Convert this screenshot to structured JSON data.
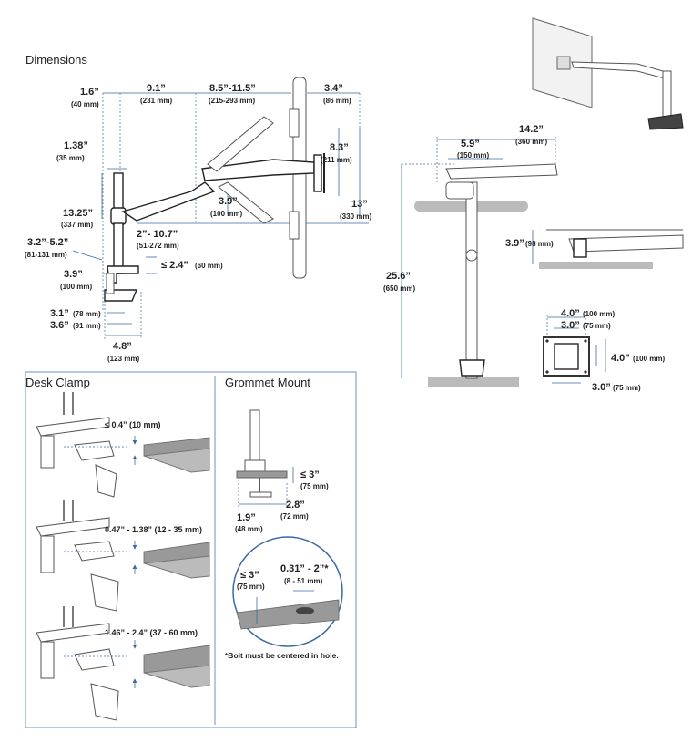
{
  "colors": {
    "accent": "#3b6aa3",
    "desk": "#999999",
    "ink": "#222222"
  },
  "dimensions": {
    "title": "Dimensions",
    "d1": {
      "in": "1.6”",
      "mm": "(40 mm)"
    },
    "d2": {
      "in": "9.1”",
      "mm": "(231 mm)"
    },
    "d3": {
      "in": "8.5”-11.5”",
      "mm": "(215-293 mm)"
    },
    "d4": {
      "in": "3.4”",
      "mm": "(86 mm)"
    },
    "d5": {
      "in": "1.38”",
      "mm": "(35 mm)"
    },
    "d6": {
      "in": "8.3”",
      "mm": "(211 mm)"
    },
    "d7": {
      "in": "13.25”",
      "mm": "(337 mm)"
    },
    "d8": {
      "in": "3.9”",
      "mm": "(100 mm)"
    },
    "d9": {
      "in": "13”",
      "mm": "(330 mm)"
    },
    "d10": {
      "in": "2”- 10.7”",
      "mm": "(51-272 mm)"
    },
    "d11": {
      "in": "3.2”-5.2”",
      "mm": "(81-131 mm)"
    },
    "d12": {
      "in": "≤ 2.4”",
      "mm": "(60 mm)"
    },
    "d13": {
      "in": "3.9”",
      "mm": "(100 mm)"
    },
    "d14": {
      "in": "3.1”",
      "mm": "(78 mm)"
    },
    "d15": {
      "in": "3.6”",
      "mm": "(91 mm)"
    },
    "d16": {
      "in": "4.8”",
      "mm": "(123 mm)"
    }
  },
  "side_view": {
    "d1": {
      "in": "14.2”",
      "mm": "(360 mm)"
    },
    "d2": {
      "in": "5.9”",
      "mm": "(150 mm)"
    },
    "d3": {
      "in": "25.6”",
      "mm": "(650 mm)"
    },
    "d4": {
      "in": "3.9”",
      "mm": "(98 mm)"
    }
  },
  "vesa": {
    "top1": {
      "in": "4.0”",
      "mm": "(100 mm)"
    },
    "top2": {
      "in": "3.0”",
      "mm": "(75 mm)"
    },
    "right": {
      "in": "4.0”",
      "mm": "(100 mm)"
    },
    "bottom": {
      "in": "3.0”",
      "mm": "(75 mm)"
    }
  },
  "desk_clamp": {
    "title": "Desk Clamp",
    "r1": "≤ 0.4” (10 mm)",
    "r2": "0.47” - 1.38” (12 - 35 mm)",
    "r3": "1.46” - 2.4” (37 - 60 mm)"
  },
  "grommet": {
    "title": "Grommet Mount",
    "h": {
      "in": "≤ 3”",
      "mm": "(75 mm)"
    },
    "w1": {
      "in": "1.9”",
      "mm": "(48 mm)"
    },
    "w2": {
      "in": "2.8”",
      "mm": "(72 mm)"
    },
    "c1": {
      "in": "≤ 3”",
      "mm": "(75 mm)"
    },
    "c2": {
      "in": "0.31” - 2”*",
      "mm": "(8 - 51 mm)"
    },
    "note": "*Bolt must be centered in hole."
  }
}
